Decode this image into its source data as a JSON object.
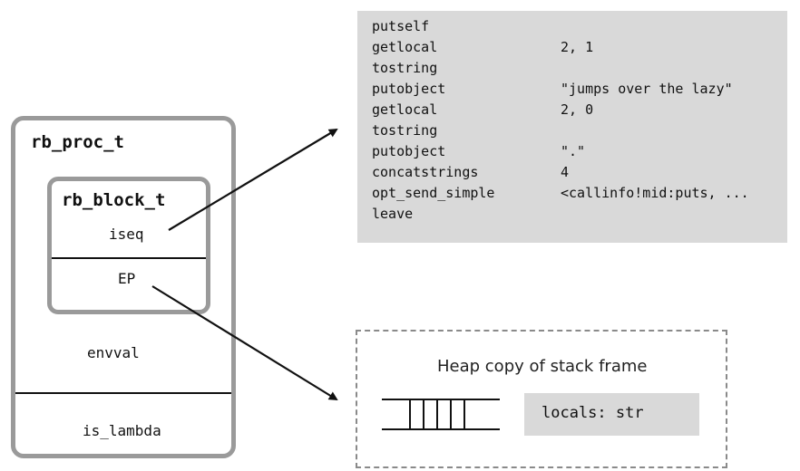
{
  "proc": {
    "title": "rb_proc_t",
    "envval": "envval",
    "is_lambda": "is_lambda",
    "block": {
      "title": "rb_block_t",
      "iseq": "iseq",
      "ep": "EP"
    }
  },
  "iseq_code": {
    "rows": [
      {
        "op": "putself",
        "arg": ""
      },
      {
        "op": "getlocal",
        "arg": "2, 1"
      },
      {
        "op": "tostring",
        "arg": ""
      },
      {
        "op": "putobject",
        "arg": "\"jumps over the lazy\""
      },
      {
        "op": "getlocal",
        "arg": "2, 0"
      },
      {
        "op": "tostring",
        "arg": ""
      },
      {
        "op": "putobject",
        "arg": "\".\""
      },
      {
        "op": "concatstrings",
        "arg": "4"
      },
      {
        "op": "opt_send_simple",
        "arg": "<callinfo!mid:puts, ..."
      },
      {
        "op": "leave",
        "arg": ""
      }
    ]
  },
  "heap": {
    "title": "Heap copy of stack frame",
    "locals": "locals: str"
  },
  "colors": {
    "box_border": "#9a9a9a",
    "panel_fill": "#d9d9d9",
    "dashed_border": "#8a8a8a",
    "arrow": "#111111"
  }
}
